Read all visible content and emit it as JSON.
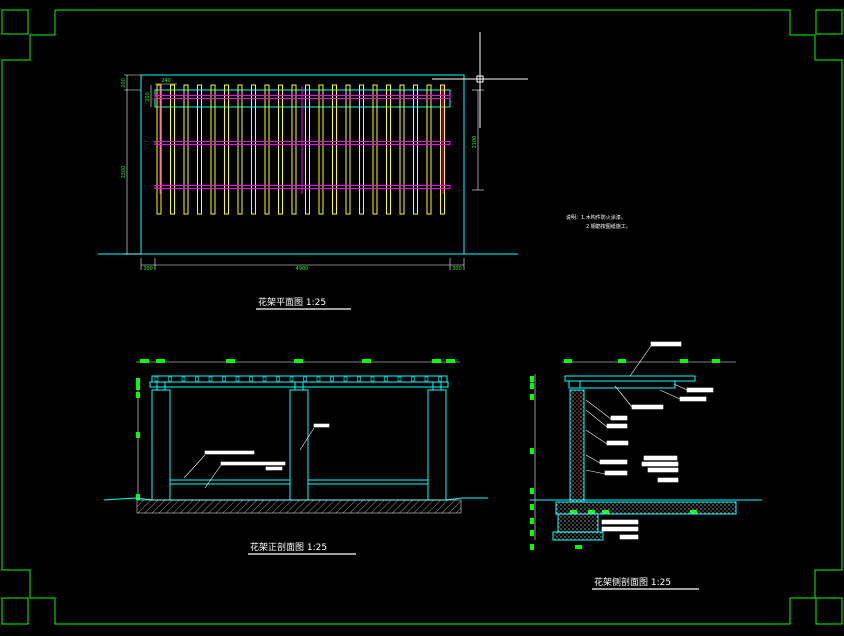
{
  "colors": {
    "background": "#000000",
    "frame": "#00ff00",
    "structure": "#00ffff",
    "joist": "#ffff00",
    "beam": "#ff00ff",
    "dim": "#ffffff",
    "hatch": "#ffffff",
    "tick": "#00ff00",
    "red": "#ff0000"
  },
  "plan": {
    "title": "花架平面图  1:25",
    "dims": {
      "top_left": "200",
      "left_total": "2300",
      "left_inner": "200",
      "top_spacing": "240",
      "right_side": "2100",
      "bottom_left": "300",
      "bottom_total": "4900",
      "bottom_right": "300"
    }
  },
  "notes": {
    "line1": "说明：1.木构件防火涂漆。",
    "line2": "2.钢筋按图纸施工。"
  },
  "front": {
    "title": "花架正剖面图  1:25"
  },
  "side": {
    "title": "花架侧剖面图  1:25"
  }
}
